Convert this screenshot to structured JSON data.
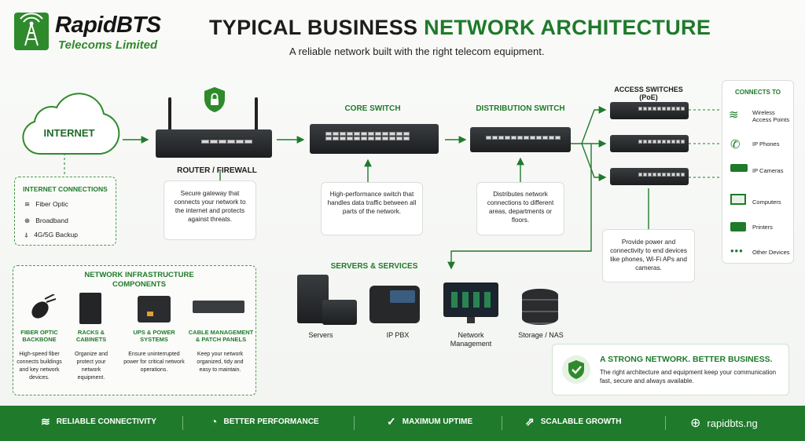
{
  "brand": {
    "name": "RapidBTS",
    "sub": "Telecoms Limited"
  },
  "title": {
    "part1": "TYPICAL BUSINESS ",
    "part2": "NETWORK ARCHITECTURE",
    "subtitle": "A reliable network built with the right telecom equipment."
  },
  "internet": {
    "label": "INTERNET"
  },
  "internet_connections": {
    "title": "INTERNET CONNECTIONS",
    "items": [
      "Fiber Optic",
      "Broadband",
      "4G/5G Backup"
    ]
  },
  "router": {
    "label": "ROUTER / FIREWALL",
    "desc": "Secure gateway that connects your network to the internet and protects against threats."
  },
  "core": {
    "label": "CORE SWITCH",
    "desc": "High-performance switch that handles data traffic between all parts of the network."
  },
  "distribution": {
    "label": "DISTRIBUTION SWITCH",
    "desc": "Distributes network connections to different areas, departments or floors."
  },
  "access": {
    "label": "ACCESS SWITCHES (PoE)",
    "desc": "Provide power and connectivity to end devices like phones, Wi-Fi APs and cameras."
  },
  "connects": {
    "title": "CONNECTS TO",
    "items": [
      "Wireless Access Points",
      "IP Phones",
      "IP Cameras",
      "Computers",
      "Printers",
      "Other Devices"
    ]
  },
  "servers": {
    "title": "SERVERS & SERVICES",
    "items": [
      "Servers",
      "IP PBX",
      "Network Management",
      "Storage / NAS"
    ]
  },
  "infra": {
    "title": "NETWORK INFRASTRUCTURE COMPONENTS",
    "items": [
      {
        "name": "FIBER OPTIC BACKBONE",
        "desc": "High-speed fiber connects buildings and key network devices."
      },
      {
        "name": "RACKS & CABINETS",
        "desc": "Organize and protect your network equipment."
      },
      {
        "name": "UPS & POWER SYSTEMS",
        "desc": "Ensure uninterrupted power for critical network operations."
      },
      {
        "name": "CABLE MANAGEMENT & PATCH PANELS",
        "desc": "Keep your network organized, tidy and easy to maintain."
      }
    ]
  },
  "promo": {
    "title": "A STRONG NETWORK. BETTER BUSINESS.",
    "text": "The right architecture and equipment keep your communication fast, secure and always available."
  },
  "footer": {
    "items": [
      "RELIABLE CONNECTIVITY",
      "BETTER PERFORMANCE",
      "MAXIMUM UPTIME",
      "SCALABLE GROWTH"
    ],
    "site": "rapidbts.ng"
  },
  "colors": {
    "brand_green": "#1f7a2b",
    "dark": "#1d1d1d"
  }
}
